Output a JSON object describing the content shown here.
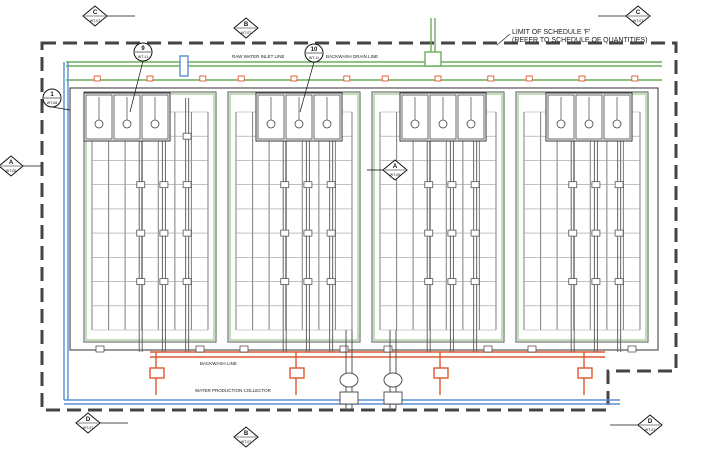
{
  "notes": {
    "limit_line1": "LIMIT OF SCHEDULE 'F'",
    "limit_line2": "(REFER TO SCHEDULE OF QUANTITIES)",
    "raw_water_inlet": "RAW WATER INLET LINE",
    "backwash_drain": "BACKWASH DRAIN LINE",
    "backwash_line": "BACKWASH LINE",
    "water_production_collector": "WATER PRODUCTION COLLECTOR"
  },
  "section_markers": {
    "top_left": {
      "letter": "C",
      "sheet": "WT-07"
    },
    "top_right": {
      "letter": "C",
      "sheet": "WT-07"
    },
    "left": {
      "letter": "A",
      "sheet": "WT-06"
    },
    "center": {
      "letter": "A",
      "sheet": "WT-06"
    },
    "bottom_left": {
      "letter": "D",
      "sheet": "WT-07"
    },
    "bottom_right": {
      "letter": "D",
      "sheet": "WT-07"
    },
    "top_mid": {
      "letter": "B",
      "sheet": "WT-07"
    },
    "bottom_mid": {
      "letter": "B",
      "sheet": "WT-07"
    }
  },
  "detail_tags": [
    {
      "number": "1",
      "sheet": "WT-08"
    },
    {
      "number": "9",
      "sheet": "WT-11"
    },
    {
      "number": "10",
      "sheet": "WT-11"
    }
  ],
  "colors": {
    "linework": "#555555",
    "grid": "#8a8a8a",
    "limit_dash": "#444444",
    "raw_water_green": "#6cae5a",
    "backwash_orange": "#e0582e",
    "production_blue": "#5b8fd0"
  }
}
